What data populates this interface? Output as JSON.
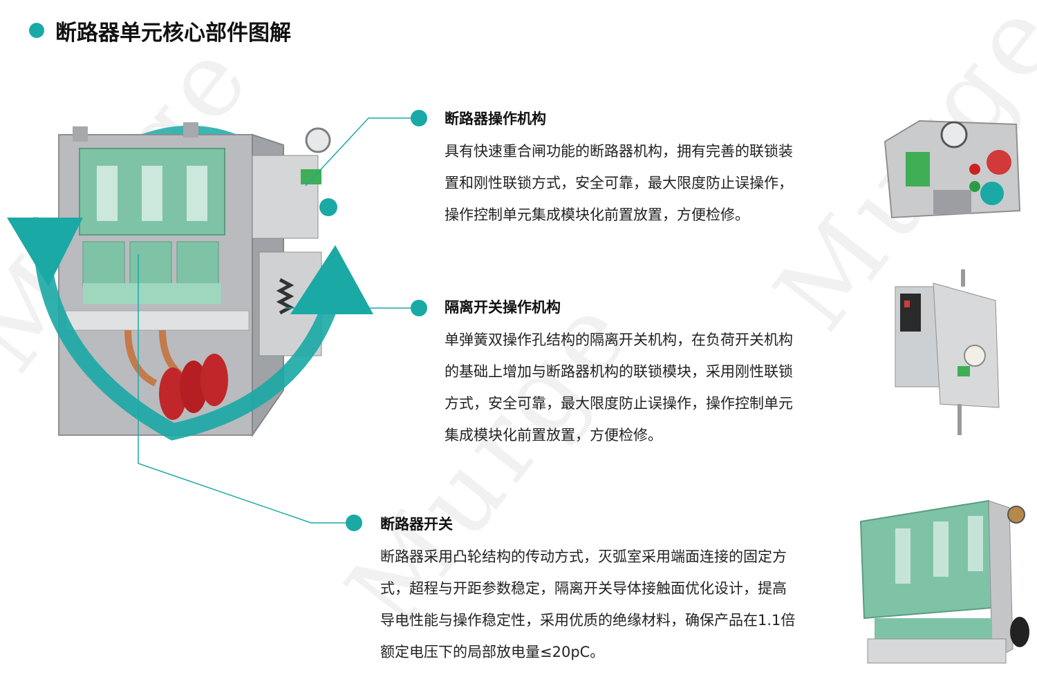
{
  "title": "断路器单元核心部件图解",
  "watermark": "Murge",
  "sections": [
    {
      "title": "断路器操作机构",
      "lines": [
        "具有快速重合闸功能的断路器机构，拥有完善的联锁装",
        "置和刚性联锁方式，安全可靠，最大限度防止误操作，",
        "操作控制单元集成模块化前置放置，方便检修。"
      ]
    },
    {
      "title": "隔离开关操作机构",
      "lines": [
        "单弹簧双操作孔结构的隔离开关机构，在负荷开关机构",
        "的基础上增加与断路器机构的联锁模块，采用刚性联锁",
        "方式，安全可靠，最大限度防止误操作，操作控制单元",
        "集成模块化前置放置，方便检修。"
      ]
    },
    {
      "title": "断路器开关",
      "lines": [
        "断路器采用凸轮结构的传动方式，灭弧室采用端面连接的固定方",
        "式，超程与开距参数稳定，隔离开关导体接触面优化设计，提高",
        "导电性能与操作稳定性，采用优质的绝缘材料，确保产品在1.1倍",
        "额定电压下的局部放电量≤20pC。"
      ]
    }
  ],
  "colors": {
    "accent": "#1aa9a5",
    "insulator_green": "#7fc3a6",
    "bushing_red": "#c0262a",
    "steel": "#b4b6b8"
  }
}
